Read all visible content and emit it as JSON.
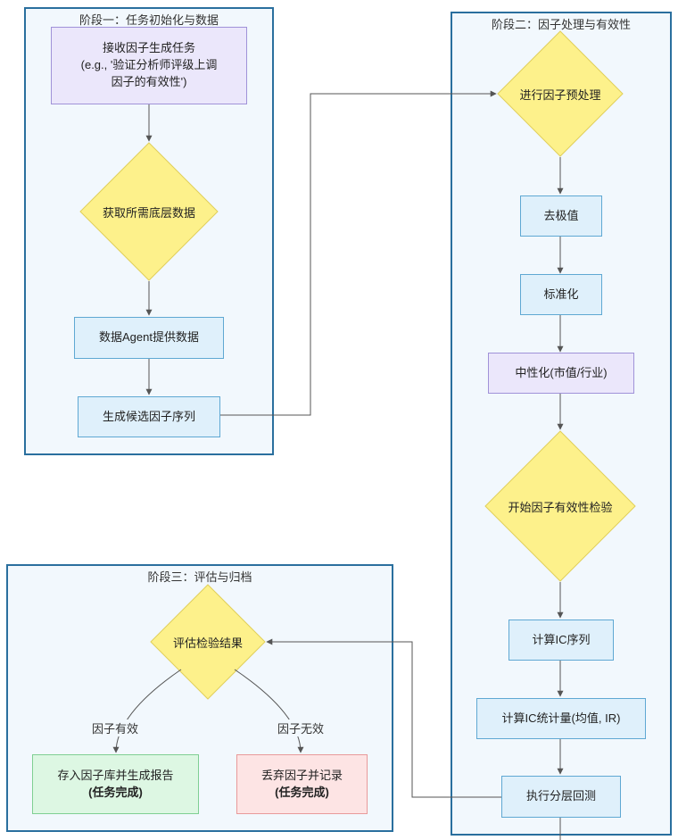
{
  "stages": {
    "stage1": "阶段一：任务初始化与数据",
    "stage2": "阶段二：因子处理与有效性",
    "stage3": "阶段三：评估与归档"
  },
  "nodes": {
    "receive_line1": "接收因子生成任务",
    "receive_line2": "(e.g., '验证分析师评级上调",
    "receive_line3": "因子的有效性')",
    "get_data": "获取所需底层数据",
    "data_agent": "数据Agent提供数据",
    "gen_candidates": "生成候选因子序列",
    "preprocess": "进行因子预处理",
    "winsorize": "去极值",
    "standardize": "标准化",
    "neutralize": "中性化(市值/行业)",
    "start_check": "开始因子有效性检验",
    "calc_ic": "计算IC序列",
    "calc_ic_stats": "计算IC统计量(均值, IR)",
    "layer_backtest": "执行分层回测",
    "evaluate": "评估检验结果",
    "save_line1": "存入因子库并生成报告",
    "save_line2": "(任务完成)",
    "discard_line1": "丢弃因子并记录",
    "discard_line2": "(任务完成)"
  },
  "edge_labels": {
    "valid": "因子有效",
    "invalid": "因子无效"
  },
  "colors": {
    "stage_border": "#2a6f9e",
    "stage_fill": "#f2f8fd",
    "diamond_fill": "#fdf18b",
    "diamond_stroke": "#e0cf5a",
    "blue_fill": "#dff0fb",
    "purple_fill": "#ebe7fb",
    "green_fill": "#ddf7e3",
    "red_fill": "#fde4e4",
    "edge": "#555555"
  }
}
